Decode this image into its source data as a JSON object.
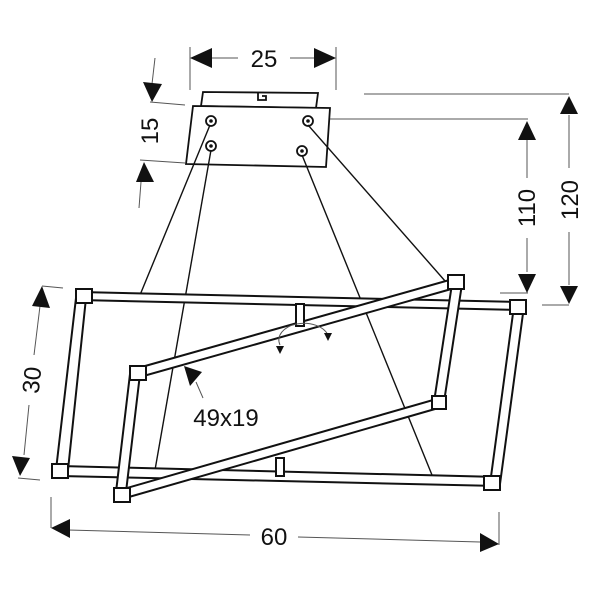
{
  "diagram": {
    "subject": "pendant lamp dimension drawing",
    "colors": {
      "line": "#111111",
      "dimension_line": "#555555",
      "background": "#ffffff"
    },
    "dimensions": {
      "canopy_width": "25",
      "canopy_height": "15",
      "height_min": "110",
      "height_max": "120",
      "frame_height": "30",
      "overall_width": "60",
      "inner_frame": "49x19"
    }
  }
}
